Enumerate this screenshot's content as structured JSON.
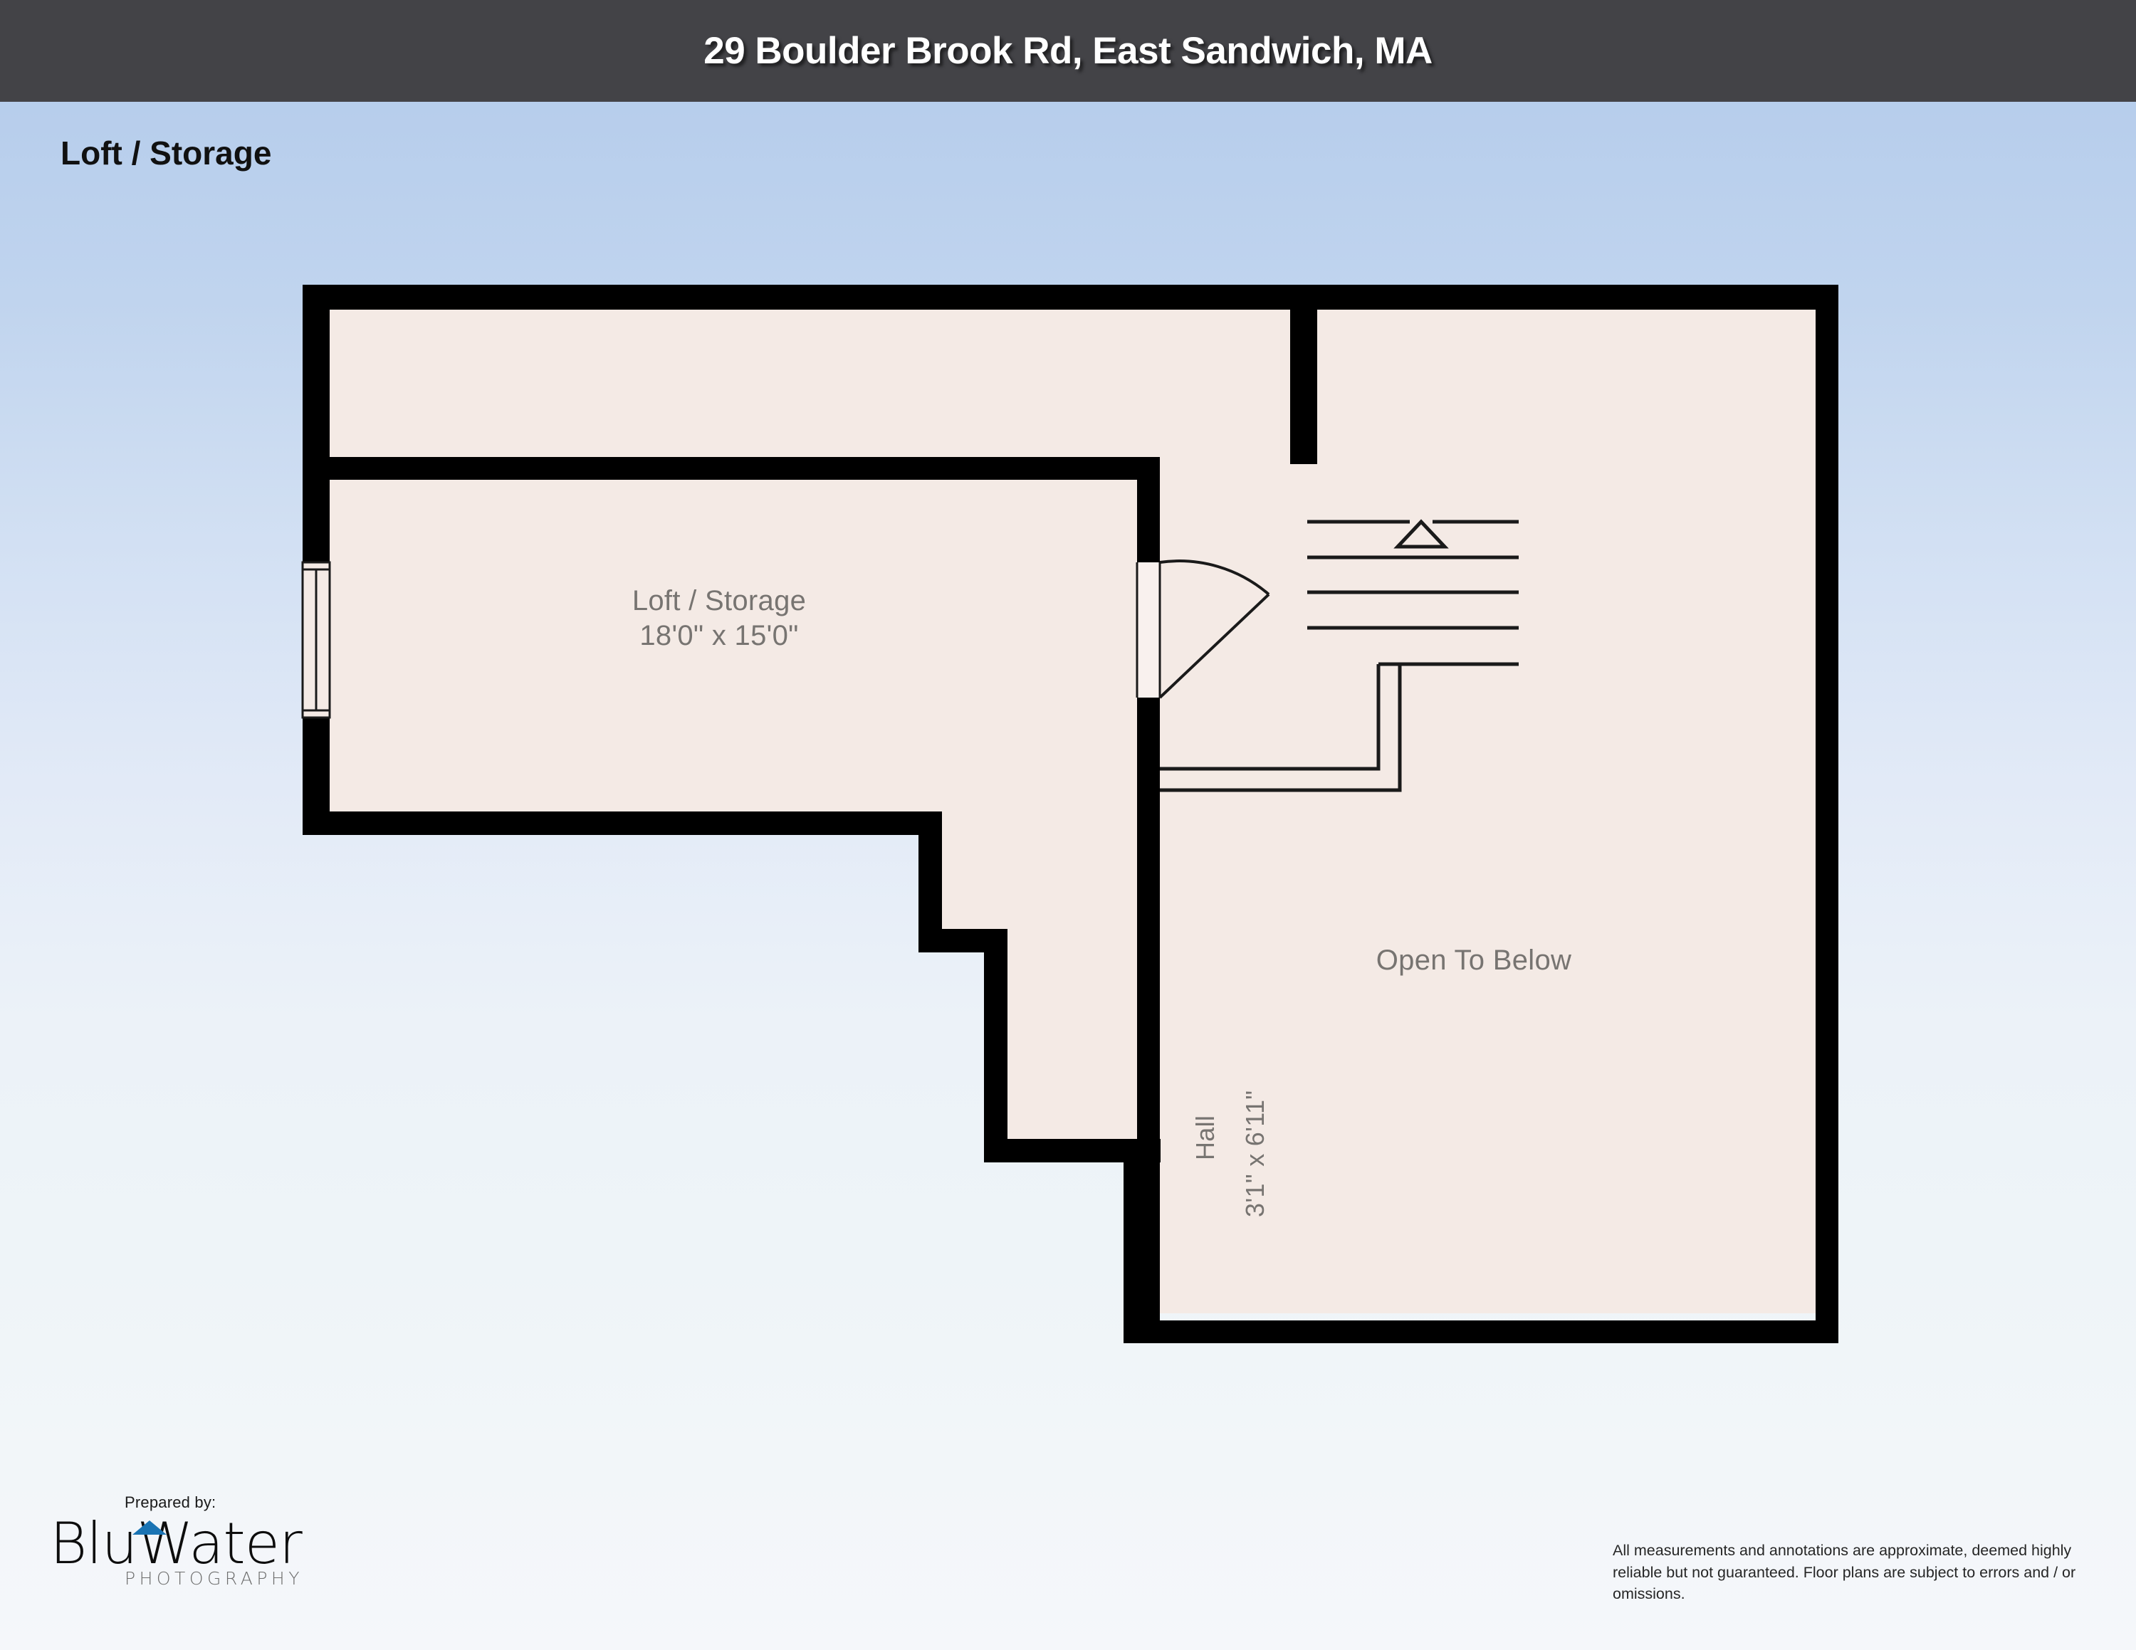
{
  "header": {
    "address_title": "29 Boulder Brook Rd, East Sandwich, MA",
    "bar_color": "#434347"
  },
  "floor": {
    "name": "Loft / Storage"
  },
  "plan": {
    "wall_color": "#000000",
    "room_fill": "#f4eae5",
    "label_color": "#777471",
    "rooms": [
      {
        "id": "loft-storage",
        "name": "Loft / Storage",
        "dimensions": "18'0\" x 15'0\""
      },
      {
        "id": "hall",
        "name": "Hall",
        "dimensions": "3'1\" x 6'11\"",
        "orientation": "vertical"
      },
      {
        "id": "open-to-below",
        "name": "Open To Below",
        "dimensions": ""
      }
    ],
    "features": [
      {
        "id": "window-left-wall",
        "type": "window"
      },
      {
        "id": "door-hall",
        "type": "door-swing"
      },
      {
        "id": "staircase",
        "type": "stairs",
        "direction": "up",
        "treads": 5
      }
    ]
  },
  "footer": {
    "prepared_by": "Prepared by:",
    "logo_name": "BluWater",
    "logo_subtitle": "PHOTOGRAPHY",
    "logo_accent_color": "#1a74b4",
    "disclaimer": "All measurements and annotations are approximate, deemed highly reliable but not guaranteed. Floor plans are subject to errors and / or omissions."
  },
  "background": {
    "top_color": "#b4cceb",
    "bottom_color": "#f5f7fa"
  }
}
